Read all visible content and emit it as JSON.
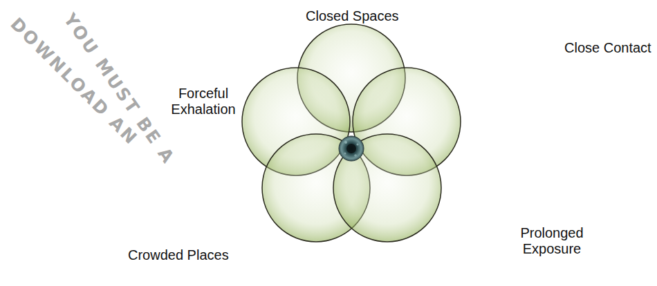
{
  "diagram": {
    "labels": [
      "Closed Spaces",
      "Forceful Exhalation",
      "Close Contact",
      "Crowded Places",
      "Prolonged Exposure",
      "YOU MUST BE A",
      "DOWNLOAD AN"
    ]
  }
}
